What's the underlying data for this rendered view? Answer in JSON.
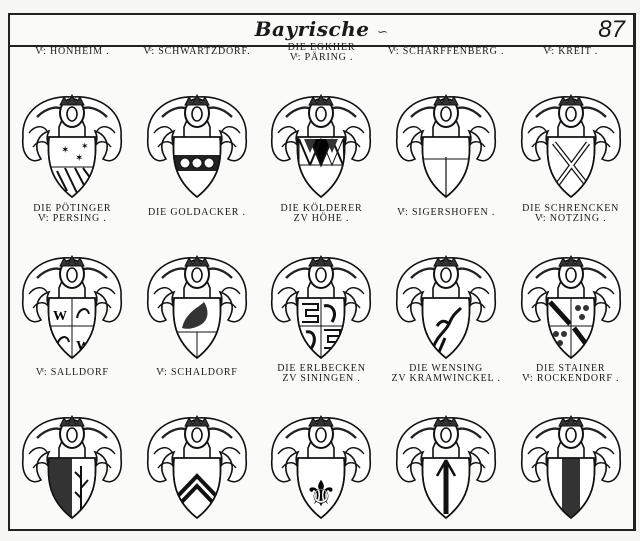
{
  "header": {
    "title": "Bayrische",
    "flourish": "∽",
    "page_number": "87"
  },
  "arms": [
    {
      "label": "Vͨ: HONHEIM .",
      "charge": "stars-bend"
    },
    {
      "label": "Vͨ: SCHWARTZDORF.",
      "charge": "fess-roundels"
    },
    {
      "label": "DIE EGKHER\nVͨ: PÄRING .",
      "charge": "lozengy"
    },
    {
      "label": "Vͨ: SCHARFFENBERG .",
      "charge": "per-pale"
    },
    {
      "label": "Vͨ: KREIT .",
      "charge": "saltire"
    },
    {
      "label": "DIE PÖTINGER\nVͨ: PERSING .",
      "charge": "quartered"
    },
    {
      "label": "DIE GOLDACKER .",
      "charge": "beast-per-fess"
    },
    {
      "label": "DIE KÖLDERER\nZV HÖHE .",
      "charge": "quartered-2"
    },
    {
      "label": "Vͨ: SIGERSHOFEN .",
      "charge": "goat"
    },
    {
      "label": "DIE SCHRENCKEN\nVͨ: NOTZING .",
      "charge": "quartered-bend"
    },
    {
      "label": "Vͨ: SALLDORF",
      "charge": "branch"
    },
    {
      "label": "Vͨ: SCHALDORF",
      "charge": "chevrons"
    },
    {
      "label": "DIE ERLBECKEN\nZV SININGEN .",
      "charge": "fleur-de-lis"
    },
    {
      "label": "DIE WENSING\nZV KRAMWINCKEL .",
      "charge": "arrow"
    },
    {
      "label": "DIE STAINER\nVͨ: ROCKENDORF .",
      "charge": "pale"
    }
  ],
  "colors": {
    "ink": "#1a1a1a",
    "paper": "#fafaf8"
  }
}
